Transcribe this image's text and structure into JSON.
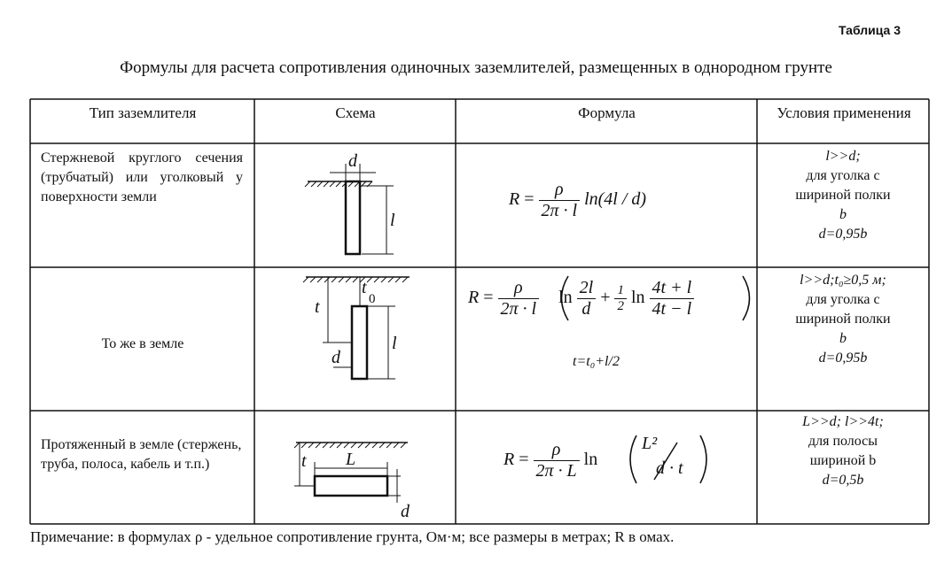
{
  "table_label": "Таблица 3",
  "title": "Формулы для расчета сопротивления одиночных заземлителей, размещенных в однородном грунте",
  "headers": {
    "type": "Тип заземлителя",
    "scheme": "Схема",
    "formula": "Формула",
    "conditions": "Условия применения"
  },
  "rows": [
    {
      "type": "Стержневой круглого сечения (трубчатый) или уголковый у поверхности земли",
      "scheme_labels": {
        "d": "d",
        "l": "l"
      },
      "formula": {
        "lhs": "R",
        "eq": "=",
        "num": "ρ",
        "den": "2π · l",
        "tail": "ln(4l / d)"
      },
      "conditions": [
        "l>>d;",
        "для уголка с",
        "шириной полки",
        "b",
        "d=0,95b"
      ]
    },
    {
      "type": "То же в земле",
      "scheme_labels": {
        "t": "t",
        "t0": "t",
        "t0_sub": "0",
        "d": "d",
        "l": "l"
      },
      "formula": {
        "lhs": "R",
        "eq": "=",
        "num": "ρ",
        "den": "2π · l",
        "ln1": "ln",
        "f1_num": "2l",
        "f1_den": "d",
        "plus": "+",
        "f2_num": "1",
        "f2_den": "2",
        "ln2": "ln",
        "f3_num": "4t + l",
        "f3_den": "4t − l",
        "extra": "t=t₀+l/2"
      },
      "conditions": [
        "l>>d;t₀≥0,5 м;",
        "для уголка с",
        "шириной полки",
        "b",
        "d=0,95b"
      ]
    },
    {
      "type": "Протяженный в земле (стержень, труба, полоса, кабель и т.п.)",
      "scheme_labels": {
        "t": "t",
        "L": "L",
        "d": "d"
      },
      "formula": {
        "lhs": "R",
        "eq": "=",
        "num": "ρ",
        "den": "2π · L",
        "ln": "ln",
        "f_num": "L²",
        "f_den": "d · t"
      },
      "conditions": [
        "L>>d; l>>4t;",
        "для полосы",
        "шириной b",
        "d=0,5b"
      ]
    }
  ],
  "note": "Примечание: в формулах ρ - удельное сопротивление грунта, Ом·м; все размеры в метрах; R в омах."
}
